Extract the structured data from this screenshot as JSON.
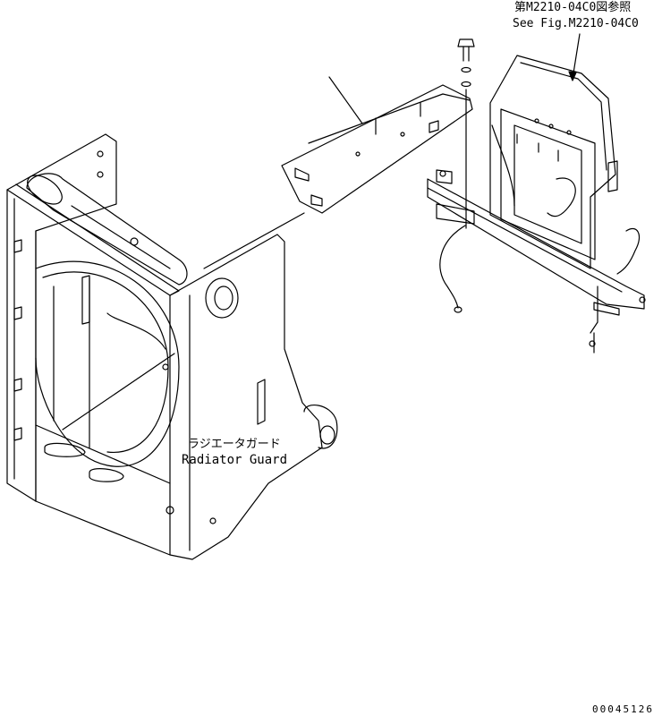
{
  "labels": {
    "reference_jp": "第M2210-04C0図参照",
    "reference_en": "See Fig.M2210-04C0",
    "guard_jp": "ラジエータガード",
    "guard_en": "Radiator Guard",
    "figure_number": "00045126"
  },
  "colors": {
    "line": "#000000",
    "background": "#ffffff"
  }
}
